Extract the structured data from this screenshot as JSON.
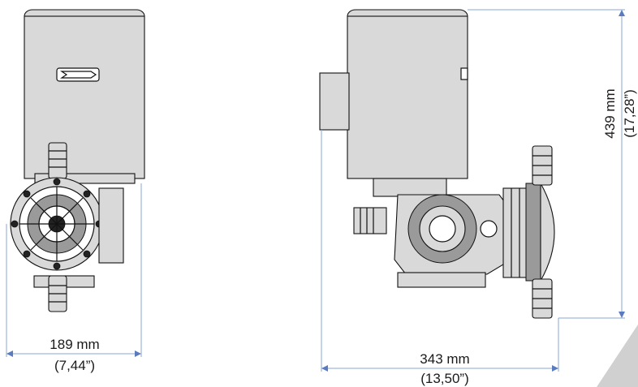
{
  "front_view": {
    "width_mm": "189 mm",
    "width_in": "(7,44”)"
  },
  "side_view": {
    "width_mm": "343 mm",
    "width_in": "(13,50”)",
    "height_mm": "439 mm",
    "height_in": "(17,28”)"
  },
  "colors": {
    "dimension_line": "#8aa6d6",
    "body_grey": "#d9d9d9"
  }
}
